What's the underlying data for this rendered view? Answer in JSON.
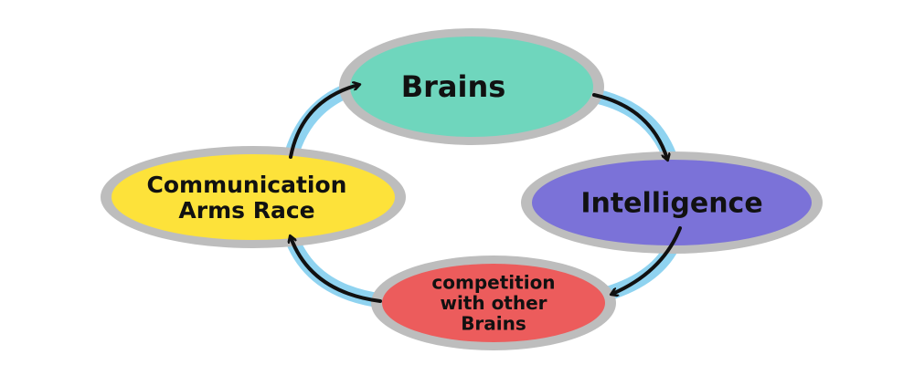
{
  "diagram": {
    "nodes": [
      {
        "id": "brains",
        "lines": [
          "Brains"
        ],
        "color": "#6fd6bd"
      },
      {
        "id": "intelligence",
        "lines": [
          "Intelligence"
        ],
        "color": "#7b72d8"
      },
      {
        "id": "competition",
        "lines": [
          "competition",
          "with other",
          "Brains"
        ],
        "color": "#ec5c5c"
      },
      {
        "id": "communication",
        "lines": [
          "Communication",
          "Arms Race"
        ],
        "color": "#fde23a"
      }
    ],
    "colors": {
      "node_halo": "#bdbdbd",
      "arrow_halo": "#8fd3f0",
      "arrow": "#111111"
    }
  }
}
